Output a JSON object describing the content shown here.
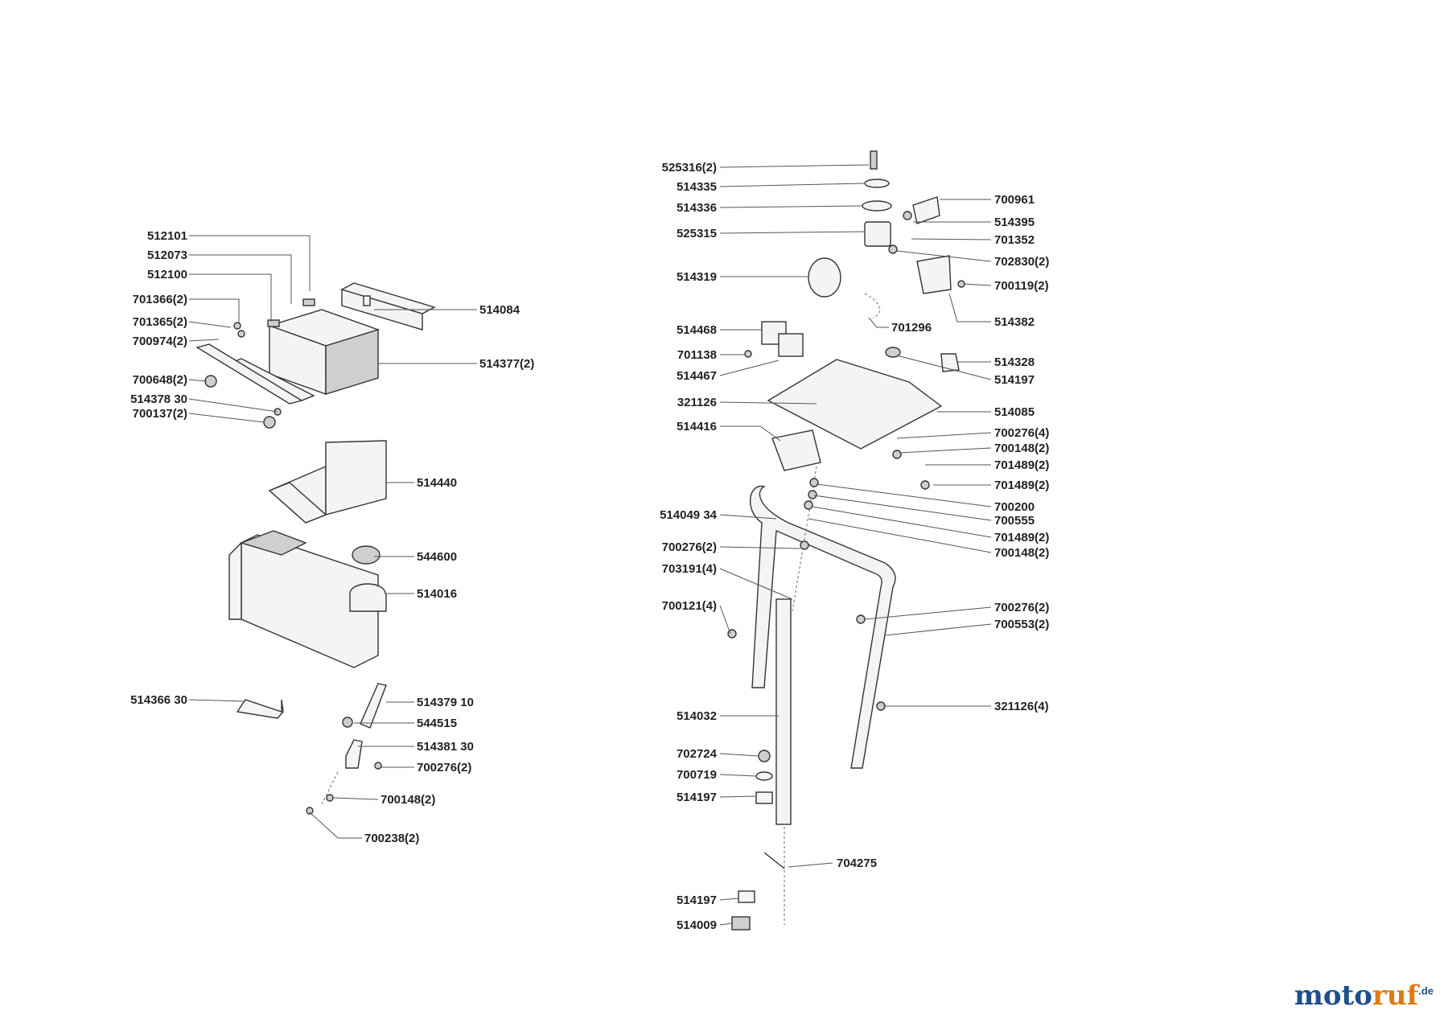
{
  "left_labels": [
    "512101",
    "512073",
    "512100",
    "701366(2)",
    "701365(2)",
    "700974(2)",
    "700648(2)",
    "514378 30",
    "700137(2)",
    "514084",
    "514377(2)",
    "514440",
    "544600",
    "514016",
    "514366 30",
    "514379 10",
    "544515",
    "514381 30",
    "700276(2)",
    "700148(2)",
    "700238(2)"
  ],
  "right_labels": [
    "525316(2)",
    "514335",
    "514336",
    "525315",
    "514319",
    "514468",
    "701138",
    "514467",
    "321126",
    "514416",
    "514049 34",
    "700276(2)",
    "703191(4)",
    "700121(4)",
    "514032",
    "702724",
    "700719",
    "514197",
    "514197",
    "514009",
    "700961",
    "514395",
    "701352",
    "702830(2)",
    "700119(2)",
    "701296",
    "514382",
    "514328",
    "514197",
    "514085",
    "700276(4)",
    "700148(2)",
    "701489(2)",
    "701489(2)",
    "700200",
    "700555",
    "701489(2)",
    "700148(2)",
    "700276(2)",
    "700553(2)",
    "321126(4)",
    "704275"
  ],
  "logo": {
    "main": "moto",
    "accent": "ruf",
    "suffix": ".de"
  }
}
